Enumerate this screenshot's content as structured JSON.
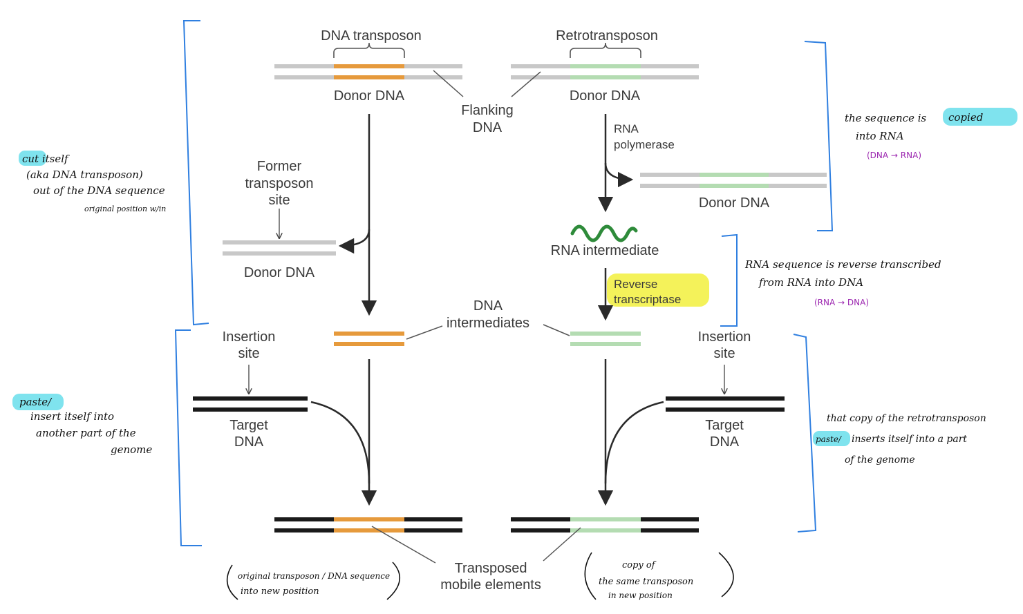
{
  "colors": {
    "gray": "#c8c8c8",
    "orange": "#e69a3c",
    "green": "#b4dcb2",
    "green_dark": "#2e8b3a",
    "black": "#1a1a1a",
    "arrow": "#2a2a2a",
    "blue_bracket": "#2f7fe0",
    "cyan_highlight": "#7fe3ee",
    "yellow_highlight": "#f4f25a",
    "purple": "#9c27b0"
  },
  "labels": {
    "dna_transposon": "DNA transposon",
    "retrotransposon": "Retrotransposon",
    "donor_dna": "Donor DNA",
    "flanking": "Flanking",
    "flanking_dna": "DNA",
    "rna": "RNA",
    "polymerase": "polymerase",
    "former": "Former",
    "transposon": "transposon",
    "site": "site",
    "rna_intermediate": "RNA intermediate",
    "reverse": "Reverse",
    "transcriptase": "transcriptase",
    "dna_int_1": "DNA",
    "dna_int_2": "intermediates",
    "insertion": "Insertion",
    "target": "Target",
    "target_dna": "DNA",
    "transposed": "Transposed",
    "mobile_elements": "mobile elements"
  },
  "notes": {
    "cut_hl": "cut",
    "cut_rest": " itself",
    "cut_l2": "(aka DNA transposon)",
    "cut_l3": "out of the DNA sequence",
    "cut_l4": "original position w/in",
    "copied_l1a": "the sequence is",
    "copied_hl": "copied",
    "copied_l2": "into RNA",
    "copied_l3": "(DNA → RNA)",
    "rt_l1": "RNA sequence is reverse transcribed",
    "rt_l2": "from RNA into DNA",
    "rt_l3": "(RNA → DNA)",
    "paste_hl": "paste/",
    "paste_l2": "insert itself into",
    "paste_l3": "another part of the",
    "paste_l4": "genome",
    "copy_l1": "that copy of the retrotransposon",
    "copy_hl": "paste/",
    "copy_l2": "inserts itself into a part",
    "copy_l3": "of the genome",
    "orig_l1": "original transposon / DNA sequence",
    "orig_l2": "into new position",
    "same_l1": "copy of",
    "same_l2": "the same transposon",
    "same_l3": "in new position"
  }
}
